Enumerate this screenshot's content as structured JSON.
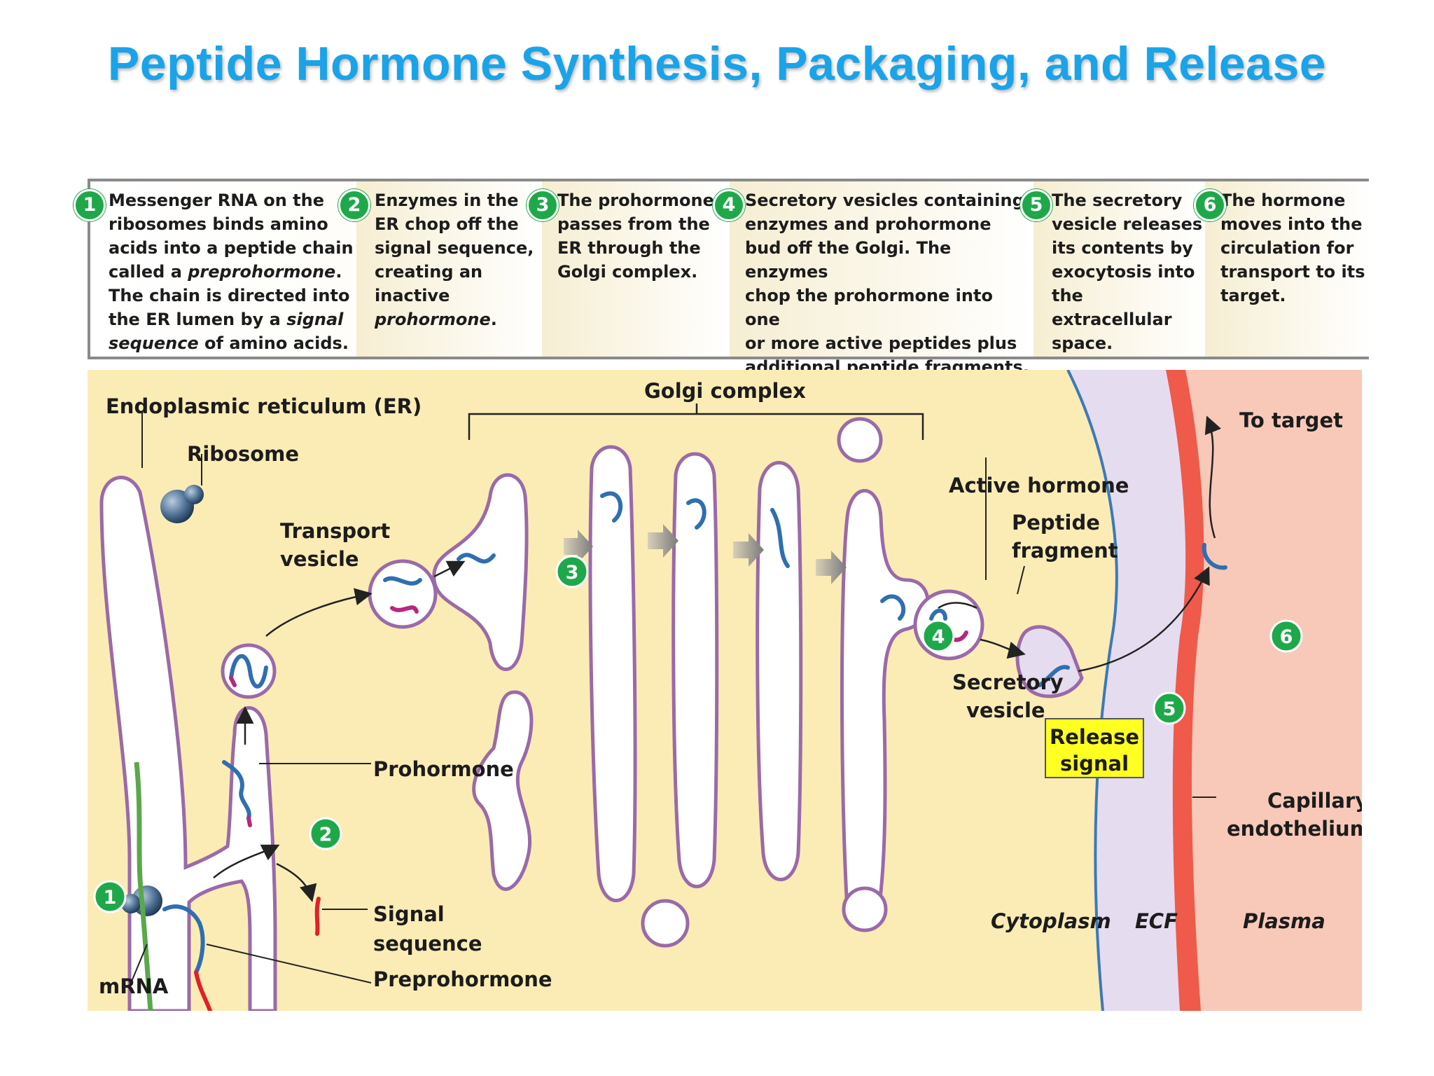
{
  "title": "Peptide Hormone Synthesis, Packaging, and Release",
  "steps": [
    {
      "num": "1",
      "lines": [
        "Messenger RNA on the",
        "ribosomes binds amino",
        "acids into a peptide chain",
        "called a |preprohormone|.",
        "The chain is directed into",
        "the ER lumen by a |signal|",
        "|sequence| of amino acids."
      ]
    },
    {
      "num": "2",
      "lines": [
        "Enzymes in the",
        "ER chop off the",
        "signal sequence,",
        "creating an",
        "inactive",
        "|prohormone|."
      ]
    },
    {
      "num": "3",
      "lines": [
        "The prohormone",
        "passes from the",
        "ER through the",
        "Golgi complex."
      ]
    },
    {
      "num": "4",
      "lines": [
        "Secretory vesicles containing",
        "enzymes and prohormone",
        "bud off the Golgi. The enzymes",
        "chop the prohormone into one",
        "or more active peptides plus",
        "additional peptide fragments."
      ]
    },
    {
      "num": "5",
      "lines": [
        "The secretory",
        "vesicle releases",
        "its contents by",
        "exocytosis into",
        "the extracellular",
        "space."
      ]
    },
    {
      "num": "6",
      "lines": [
        "The hormone",
        "moves into the",
        "circulation for",
        "transport to its",
        "target."
      ]
    }
  ],
  "labels": {
    "er": "Endoplasmic reticulum (ER)",
    "ribosome": "Ribosome",
    "transport_vesicle": [
      "Transport",
      "vesicle"
    ],
    "golgi": "Golgi complex",
    "to_target": "To target",
    "active_hormone": "Active hormone",
    "peptide_fragment": [
      "Peptide",
      "fragment"
    ],
    "secretory_vesicle": [
      "Secretory",
      "vesicle"
    ],
    "release_signal": [
      "Release",
      "signal"
    ],
    "capillary": [
      "Capillary",
      "endothelium"
    ],
    "prohormone": "Prohormone",
    "signal_sequence": [
      "Signal",
      "sequence"
    ],
    "preprohormone": "Preprohormone",
    "mrna": "mRNA",
    "cytoplasm": "Cytoplasm",
    "ecf": "ECF",
    "plasma": "Plasma"
  },
  "markers": [
    "1",
    "2",
    "3",
    "4",
    "5",
    "6"
  ],
  "colors": {
    "title": "#1aa3e8",
    "cytoplasm": "#fbecb5",
    "ecf": "#e5dcef",
    "plasma": "#f8c9b8",
    "membrane": "#9a6aa8",
    "endothelium": "#ef5a4a",
    "marker": "#1fa84a",
    "peptide_blue": "#2f6fb0",
    "peptide_magenta": "#b6287e",
    "signal_red": "#e0202a",
    "release_box": "#ffff22",
    "mrna": "#5aa84a"
  }
}
